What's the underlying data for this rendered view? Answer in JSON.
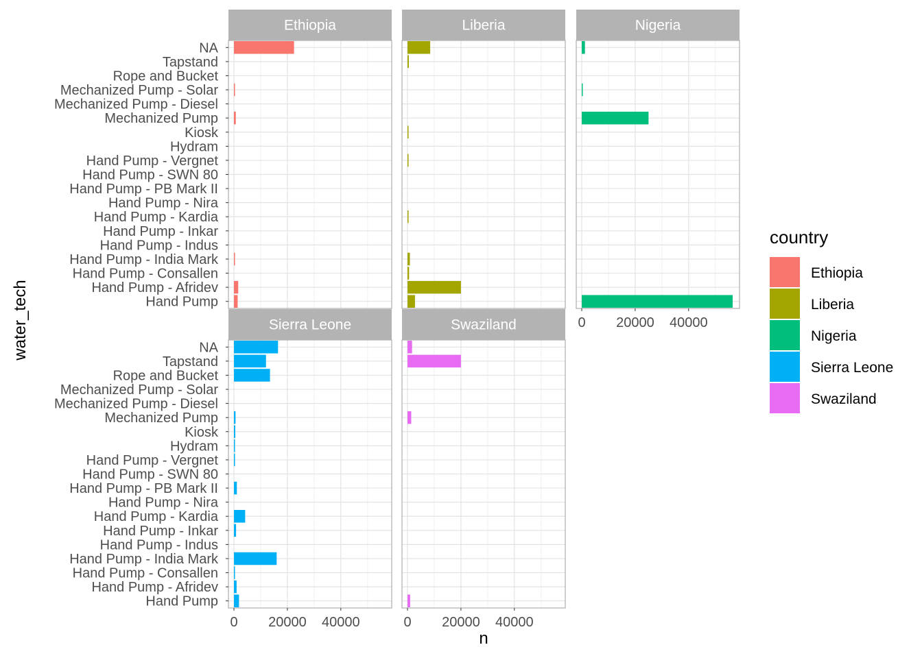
{
  "chart_data": {
    "type": "bar",
    "orientation": "horizontal",
    "facet_by": "country",
    "xlabel": "n",
    "ylabel": "water_tech",
    "xlim": [
      0,
      57000
    ],
    "x_ticks": [
      0,
      20000,
      40000
    ],
    "grid": true,
    "legend": {
      "title": "country",
      "placement": "right",
      "entries": [
        "Ethiopia",
        "Liberia",
        "Nigeria",
        "Sierra Leone",
        "Swaziland"
      ]
    },
    "categories": [
      "NA",
      "Tapstand",
      "Rope and Bucket",
      "Mechanized Pump - Solar",
      "Mechanized Pump - Diesel",
      "Mechanized Pump",
      "Kiosk",
      "Hydram",
      "Hand Pump - Vergnet",
      "Hand Pump - SWN 80",
      "Hand Pump - PB Mark II",
      "Hand Pump - Nira",
      "Hand Pump - Kardia",
      "Hand Pump - Inkar",
      "Hand Pump - Indus",
      "Hand Pump - India Mark",
      "Hand Pump - Consallen",
      "Hand Pump - Afridev",
      "Hand Pump"
    ],
    "series": [
      {
        "name": "Ethiopia",
        "color": "#F8766D",
        "values": [
          22500,
          0,
          0,
          250,
          0,
          700,
          0,
          0,
          0,
          0,
          0,
          0,
          0,
          0,
          0,
          250,
          0,
          1600,
          1400
        ]
      },
      {
        "name": "Liberia",
        "color": "#A3A500",
        "values": [
          8500,
          500,
          0,
          0,
          0,
          0,
          300,
          0,
          300,
          0,
          0,
          0,
          300,
          0,
          0,
          900,
          600,
          20000,
          2800
        ]
      },
      {
        "name": "Nigeria",
        "color": "#00BF7D",
        "values": [
          1200,
          0,
          0,
          300,
          0,
          25000,
          0,
          0,
          0,
          0,
          0,
          0,
          0,
          0,
          0,
          0,
          0,
          0,
          56500
        ]
      },
      {
        "name": "Sierra Leone",
        "color": "#00B0F6",
        "values": [
          16500,
          12000,
          13500,
          0,
          0,
          600,
          500,
          300,
          300,
          0,
          1100,
          0,
          4200,
          800,
          0,
          16000,
          300,
          1000,
          1900
        ]
      },
      {
        "name": "Swaziland",
        "color": "#E76BF3",
        "values": [
          1700,
          20000,
          0,
          0,
          0,
          1400,
          0,
          0,
          0,
          0,
          0,
          0,
          0,
          0,
          0,
          0,
          0,
          0,
          1000
        ]
      }
    ]
  }
}
